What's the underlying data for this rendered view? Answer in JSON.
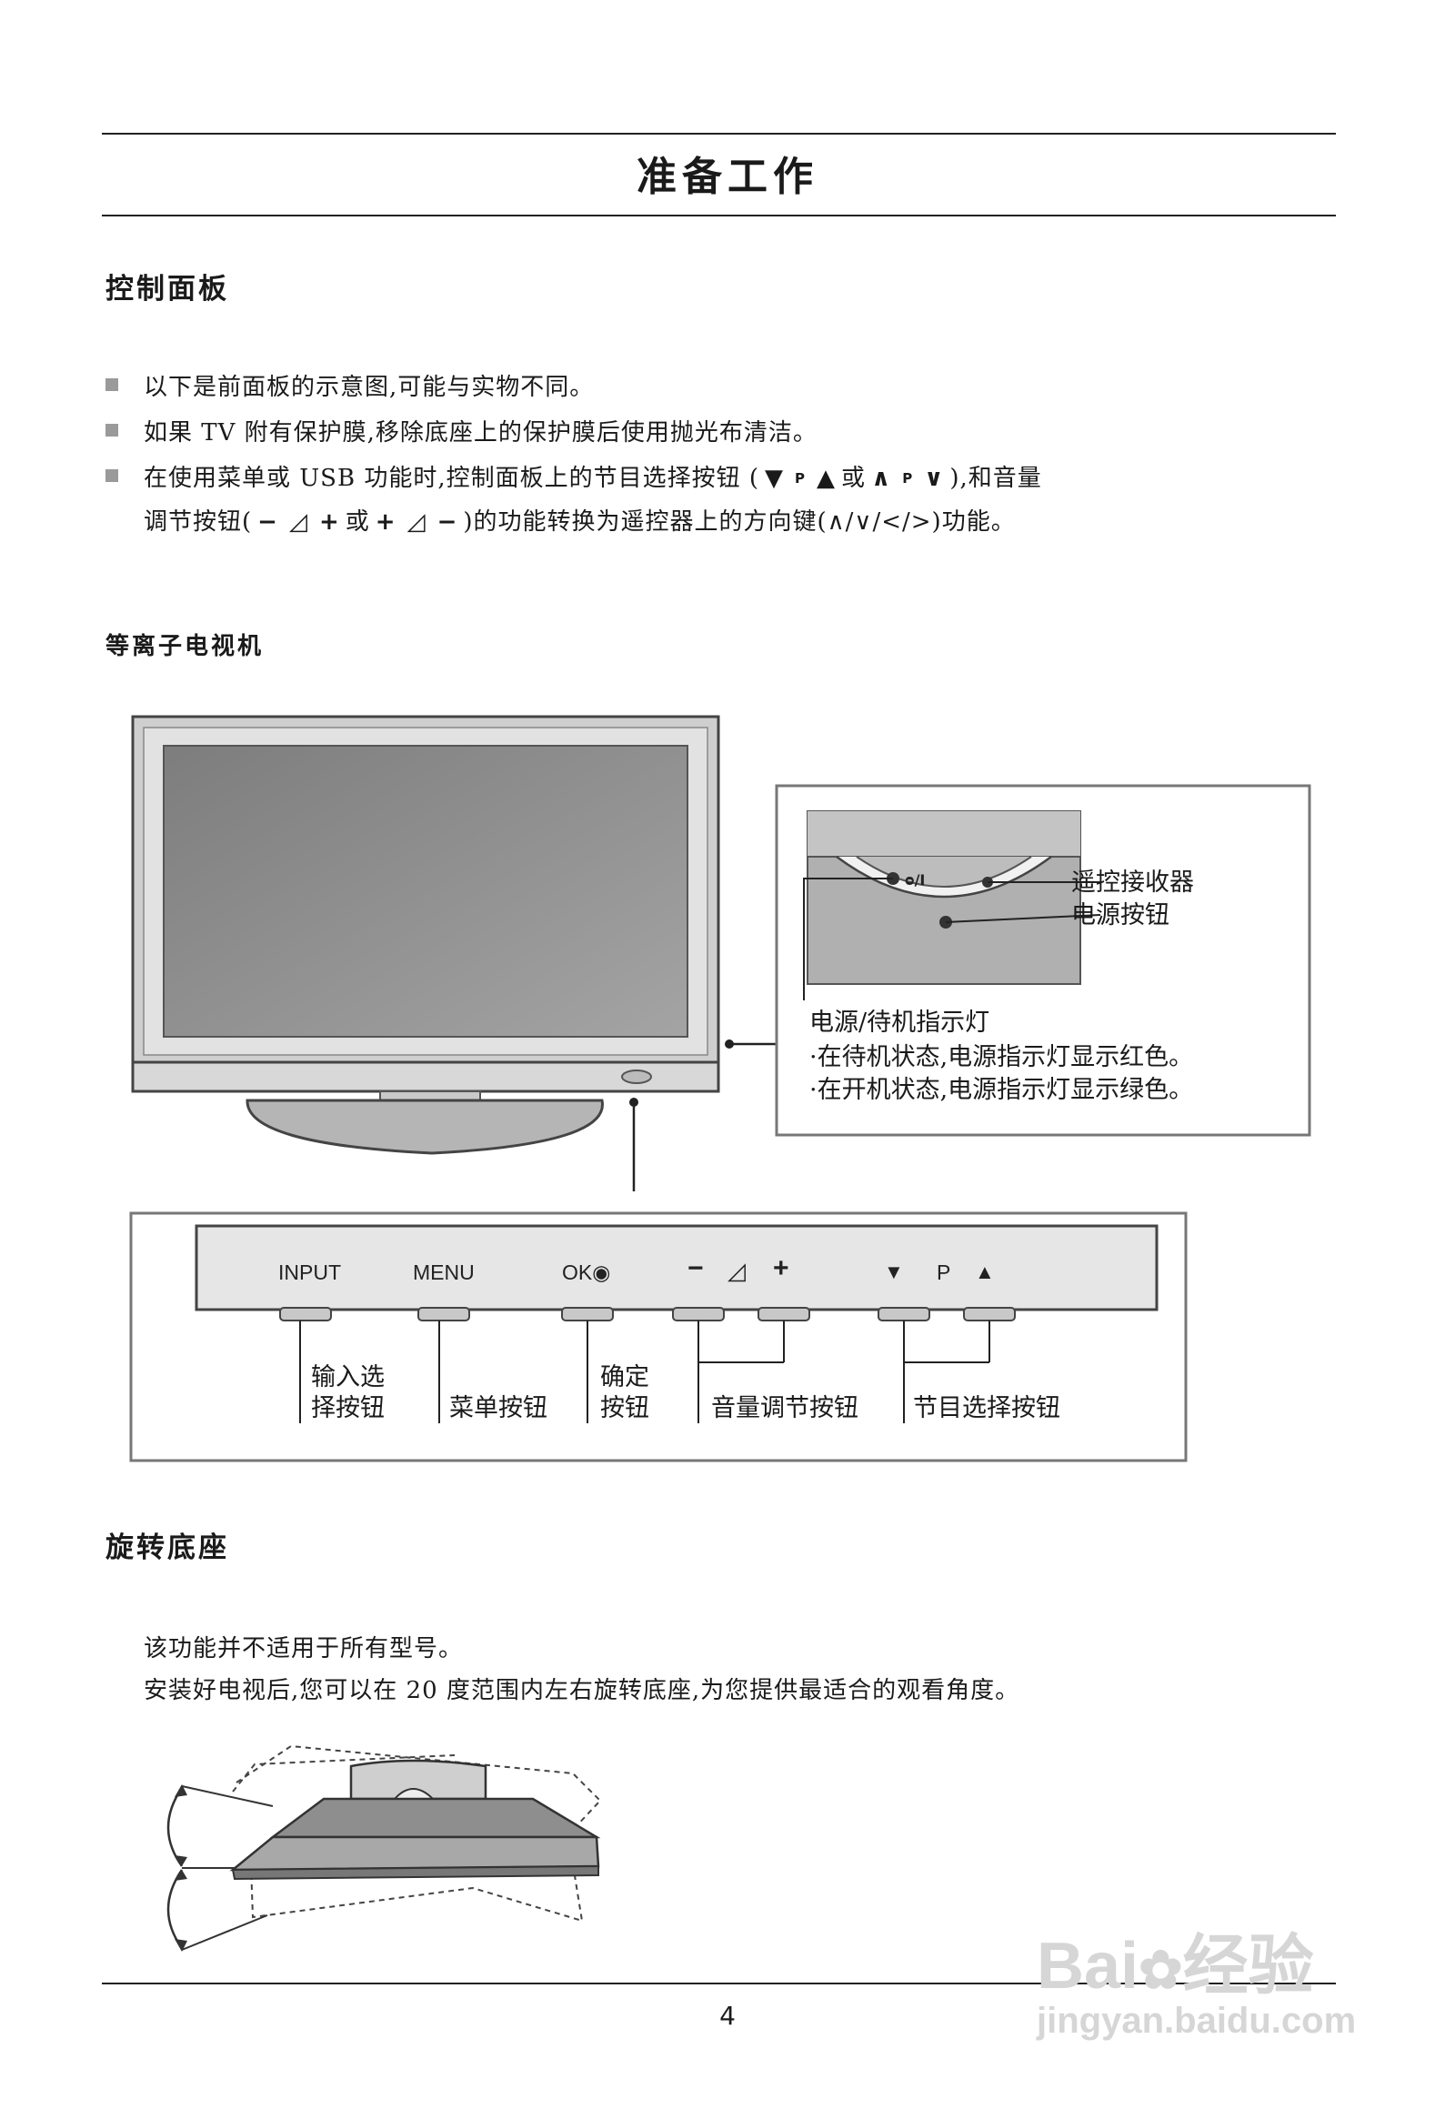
{
  "page": {
    "title": "准备工作",
    "page_number": "4"
  },
  "control_panel": {
    "heading": "控制面板",
    "bullets": [
      "以下是前面板的示意图,可能与实物不同。",
      "如果 TV 附有保护膜,移除底座上的保护膜后使用抛光布清洁。"
    ],
    "bullet3": {
      "part1": "在使用菜单或 USB 功能时,控制面板上的节目选择按钮 (",
      "sym_down": "▼",
      "sym_p1": "P",
      "sym_up": "▲",
      "or1": "或",
      "sym_caret_up": "∧",
      "sym_p2": "P",
      "sym_caret_down": "∨",
      "part2": "),和音量",
      "line2_part1": "调节按钮(",
      "sym_minus": "−",
      "sym_vol1": "◿",
      "sym_plus": "+",
      "or2": "或",
      "sym_plus2": "+",
      "sym_vol2": "◿",
      "sym_minus2": "−",
      "line2_part2": ")的功能转换为遥控器上的方向键(∧/∨/</>)功能。"
    }
  },
  "plasma": {
    "heading": "等离子电视机",
    "callout": {
      "receiver": "遥控接收器",
      "power_button": "电源按钮",
      "power_symbol": "ᴑ/I",
      "indicator_title": "电源/待机指示灯",
      "standby_note": "·在待机状态,电源指示灯显示红色。",
      "on_note": "·在开机状态,电源指示灯显示绿色。"
    },
    "panel": {
      "buttons": {
        "input": "INPUT",
        "menu": "MENU",
        "ok": "OK◉",
        "vol_minus": "−",
        "vol_icon": "◿",
        "vol_plus": "+",
        "ch_down": "▼",
        "ch_p": "P",
        "ch_up": "▲"
      },
      "labels": {
        "input_l1": "输入选",
        "input_l2": "择按钮",
        "menu": "菜单按钮",
        "ok_l1": "确定",
        "ok_l2": "按钮",
        "volume": "音量调节按钮",
        "program": "节目选择按钮"
      }
    }
  },
  "swivel": {
    "heading": "旋转底座",
    "line1": "该功能并不适用于所有型号。",
    "line2": "安装好电视后,您可以在 20 度范围内左右旋转底座,为您提供最适合的观看角度。"
  },
  "watermark": {
    "brand": "Bai",
    "brand2": "经验",
    "url": "jingyan.baidu.com"
  }
}
